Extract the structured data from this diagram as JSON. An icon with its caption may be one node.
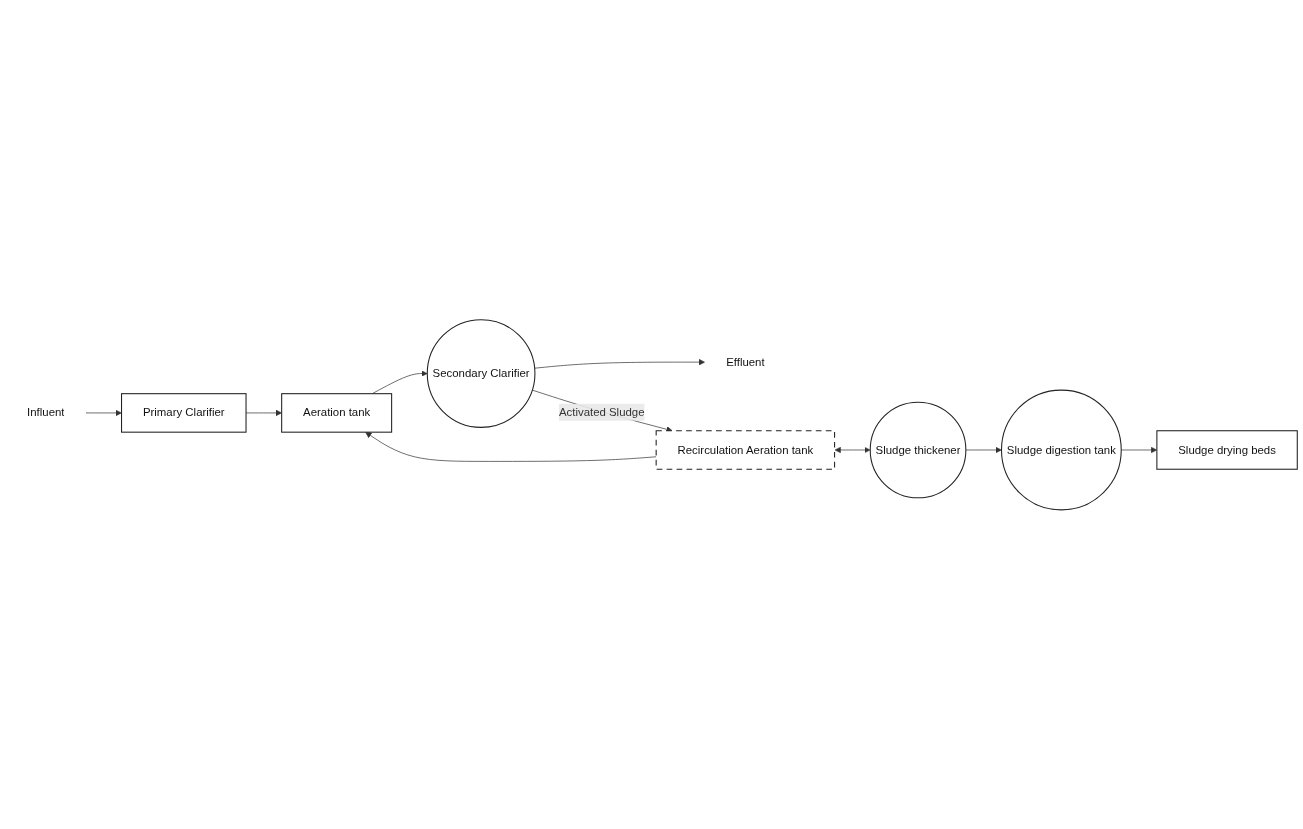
{
  "diagram": {
    "nodes": [
      {
        "text": [
          "Influent"
        ]
      },
      {
        "text": [
          "Primary Clarifier"
        ]
      },
      {
        "text": [
          "Aeration tank"
        ]
      },
      {
        "text": [
          "Secondary Clarifier"
        ]
      },
      {
        "text": [
          "Effluent"
        ]
      },
      {
        "text": [
          "Recirculation Aeration tank"
        ]
      },
      {
        "text": [
          "Sludge thickener"
        ]
      },
      {
        "text": [
          "Sludge digestion tank"
        ]
      },
      {
        "text": [
          "Sludge drying beds"
        ]
      }
    ],
    "edges": [
      {
        "from": 0,
        "to": 1,
        "arrow": "to"
      },
      {
        "from": 1,
        "to": 2,
        "arrow": "to"
      },
      {
        "from": 5,
        "to": 2,
        "arrow": "to"
      },
      {
        "from": 2,
        "to": 3,
        "arrow": "to"
      },
      {
        "from": 3,
        "to": 4,
        "arrow": "to"
      },
      {
        "from": 3,
        "to": 5,
        "arrow": "to",
        "label": "Activated Sludge"
      },
      {
        "from": 5,
        "to": 6,
        "arrow": "both"
      },
      {
        "from": 6,
        "to": 7,
        "arrow": "to"
      },
      {
        "from": 7,
        "to": 8,
        "arrow": "to"
      }
    ]
  }
}
